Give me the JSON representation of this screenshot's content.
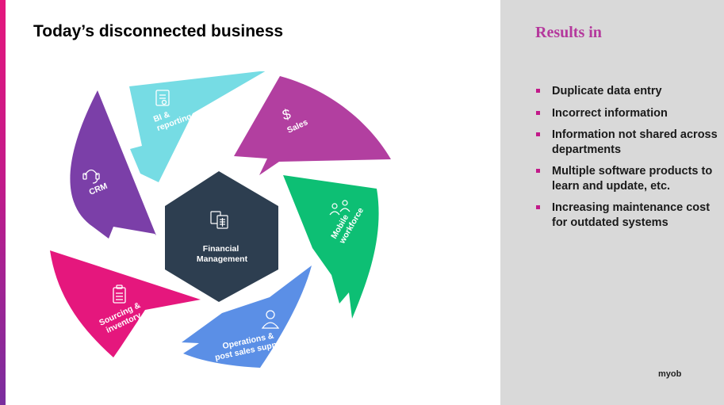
{
  "slide": {
    "title": "Today’s disconnected business"
  },
  "diagram": {
    "hub": {
      "line1": "Financial",
      "line2": "Management",
      "color": "#2d3e50",
      "icon": "accounting-documents-icon"
    },
    "segments": [
      {
        "id": "bi",
        "lines": [
          "BI &",
          "reporting"
        ],
        "color": "#76dce4",
        "icon": "report-document-icon"
      },
      {
        "id": "sales",
        "lines": [
          "Sales"
        ],
        "color": "#b23fa0",
        "icon": "dollar-icon"
      },
      {
        "id": "mobile",
        "lines": [
          "Mobile",
          "workforce"
        ],
        "color": "#0dbf74",
        "icon": "people-icon"
      },
      {
        "id": "operations",
        "lines": [
          "Operations &",
          "post sales support"
        ],
        "color": "#5b8fe6",
        "icon": "person-icon"
      },
      {
        "id": "sourcing",
        "lines": [
          "Sourcing &",
          "inventory"
        ],
        "color": "#e5177d",
        "icon": "clipboard-icon"
      },
      {
        "id": "crm",
        "lines": [
          "CRM"
        ],
        "color": "#7b3fa8",
        "icon": "headset-icon"
      }
    ]
  },
  "results": {
    "title": "Results in",
    "bullet_color": "#c21a8a",
    "items": [
      "Duplicate data entry",
      "Incorrect information",
      "Information not shared across departments",
      "Multiple software products to learn and update, etc.",
      "Increasing maintenance cost for outdated systems"
    ]
  },
  "brand": {
    "logo_text": "myob"
  }
}
